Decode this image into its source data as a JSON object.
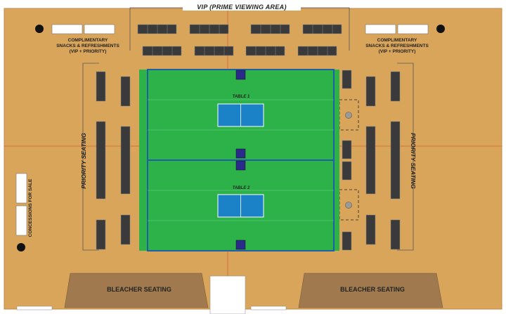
{
  "vip_label": "VIP (PRIME VIEWING AREA)",
  "snacks_left": [
    "COMPLIMENTARY",
    "SNACKS & REFRESHMENTS",
    "(VIP + PRIORITY)"
  ],
  "snacks_right": [
    "COMPLIMENTARY",
    "SNACKS & REFRESHMENTS",
    "(VIP + PRIORITY)"
  ],
  "priority_left": "PRIORITY SEATING",
  "priority_right": "PRIORITY SEATING",
  "concessions": "CONCESSIONS FOR SALE",
  "table1": "TABLE 1",
  "table2": "TABLE 2",
  "bleacher_left": "BLEACHER SEATING",
  "bleacher_right": "BLEACHER SEATING",
  "colors": {
    "floor": "#d9a55b",
    "court": "#2db24a",
    "court_line": "#1f5fa8",
    "table": "#1b82c8",
    "bleacher": "#a07a4e",
    "seat": "#3a3a3a",
    "red_line": "#d9603a"
  }
}
